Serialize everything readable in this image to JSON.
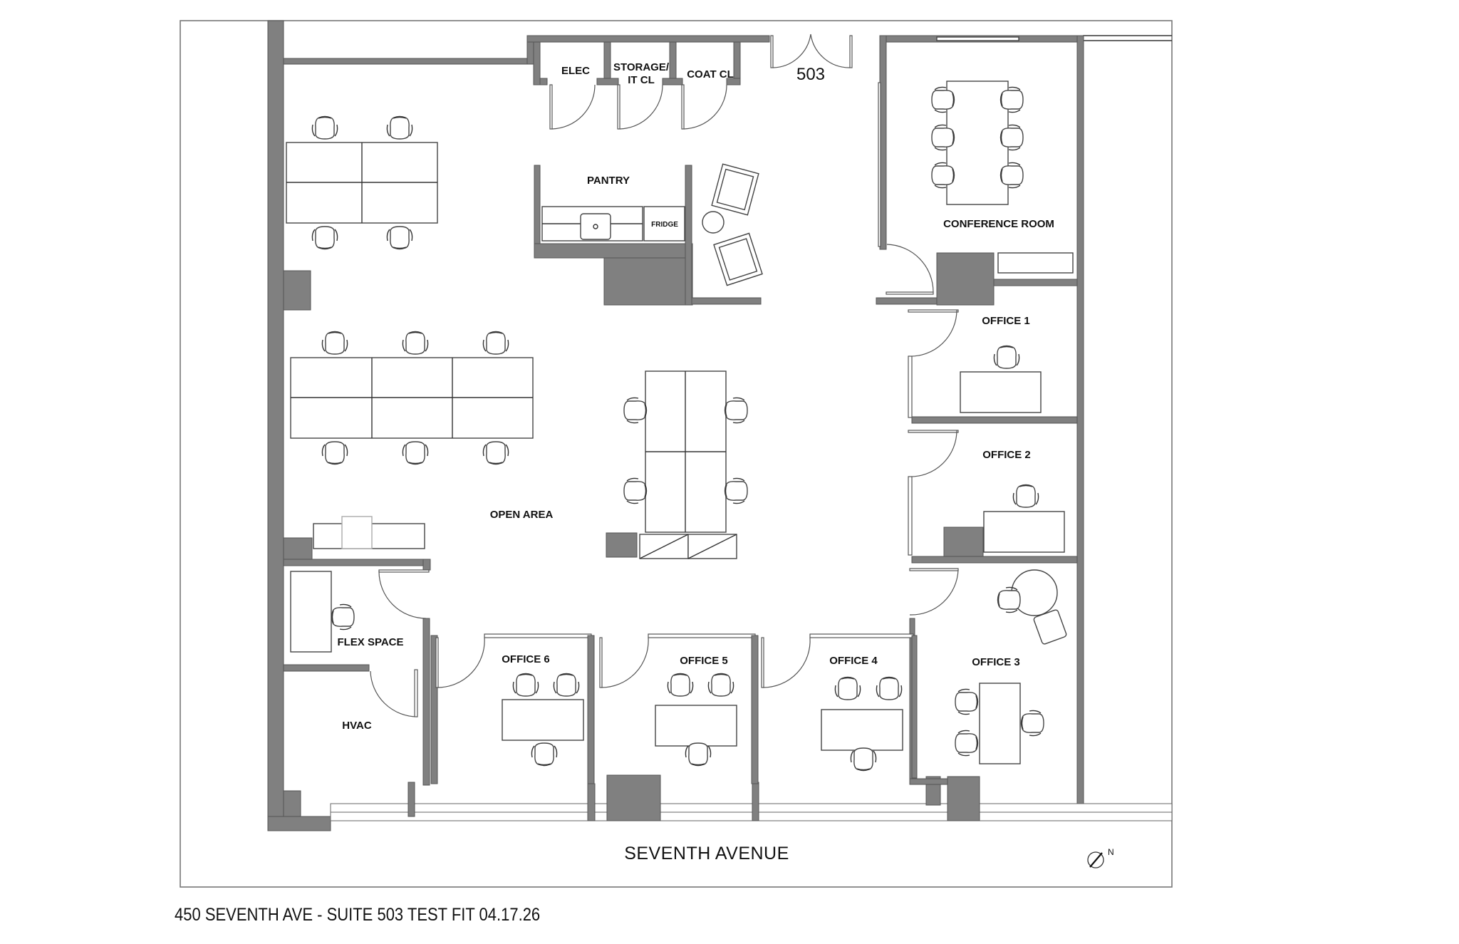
{
  "plan": {
    "title": "450 SEVENTH AVE - SUITE 503 TEST FIT 04.17.26",
    "street": "SEVENTH AVENUE",
    "suite_number": "503",
    "north_label": "N",
    "colors": {
      "wall": "#808080",
      "line": "#333333",
      "background": "#ffffff"
    }
  },
  "rooms": {
    "elec": "ELEC",
    "storage_line1": "STORAGE/",
    "storage_line2": "IT CL",
    "coat": "COAT CL",
    "pantry": "PANTRY",
    "fridge": "FRIDGE",
    "conference": "CONFERENCE ROOM",
    "office1": "OFFICE 1",
    "office2": "OFFICE 2",
    "office3": "OFFICE 3",
    "office4": "OFFICE 4",
    "office5": "OFFICE 5",
    "office6": "OFFICE 6",
    "open_area": "OPEN AREA",
    "flex": "FLEX SPACE",
    "hvac": "HVAC"
  },
  "furniture_counts": {
    "workstations_upper_cluster": 4,
    "workstations_middle_cluster": 6,
    "workstations_center_cluster": 4,
    "conference_chairs": 6,
    "lounge_chairs": 2
  }
}
